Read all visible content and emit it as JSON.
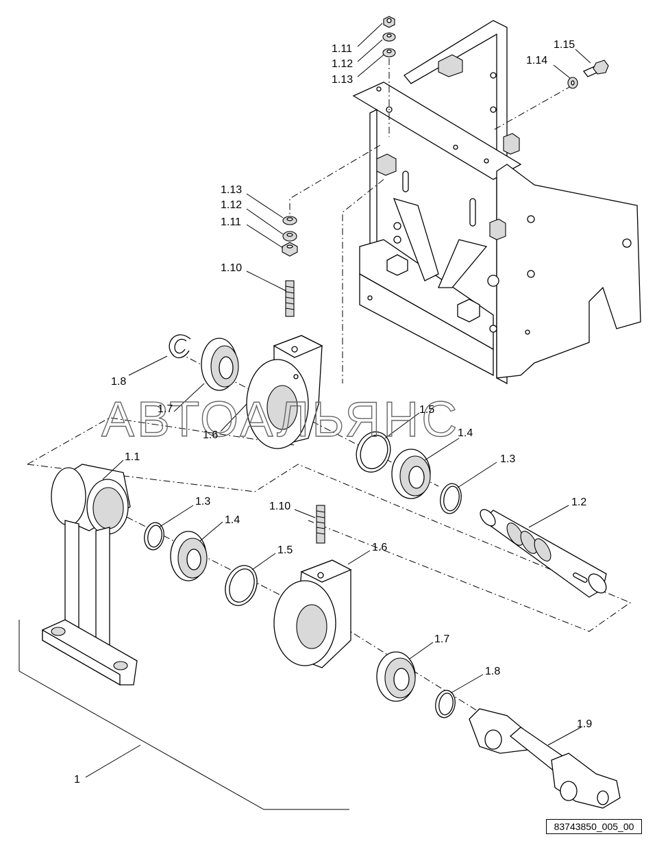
{
  "labels": {
    "l1_15": "1.15",
    "l1_14": "1.14",
    "l1_11_top": "1.11",
    "l1_12_top": "1.12",
    "l1_13_top": "1.13",
    "l1_13_mid": "1.13",
    "l1_12_mid": "1.12",
    "l1_11_mid": "1.11",
    "l1_10_top": "1.10",
    "l1_8_top": "1.8",
    "l1_7_top": "1.7",
    "l1_6_top": "1.6",
    "l1_5_top": "1.5",
    "l1_4_top": "1.4",
    "l1_3_top": "1.3",
    "l1_2": "1.2",
    "l1_1": "1.1",
    "l1_3_low": "1.3",
    "l1_4_low": "1.4",
    "l1_10_low": "1.10",
    "l1_5_low": "1.5",
    "l1_6_low": "1.6",
    "l1_7_low": "1.7",
    "l1_8_low": "1.8",
    "l1_9": "1.9",
    "l1": "1"
  },
  "watermark": "АВТОАЛЬЯНС",
  "drawing_code": "83743850_005_00"
}
